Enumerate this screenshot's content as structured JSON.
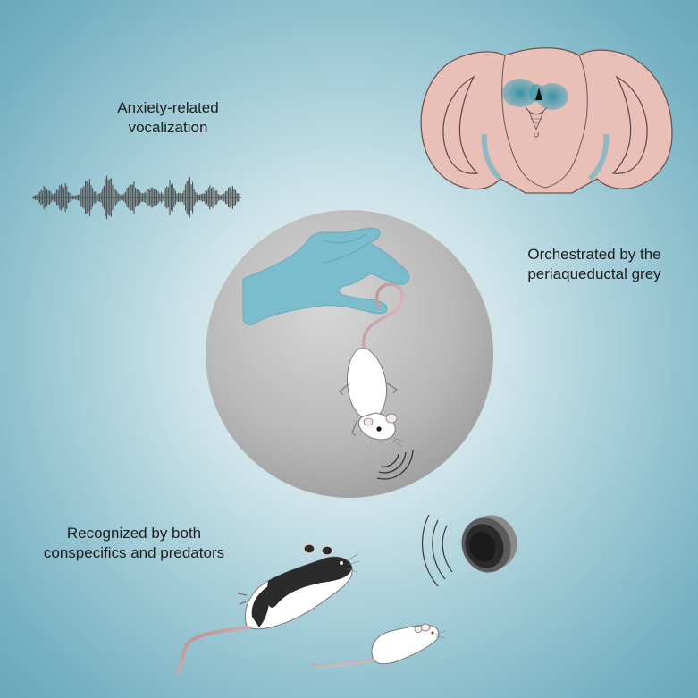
{
  "captions": {
    "anxiety": [
      "Anxiety-related",
      "vocalization"
    ],
    "pag": [
      "Orchestrated by the",
      "periaqueductal grey"
    ],
    "recognized": [
      "Recognized by both",
      "conspecifics and predators"
    ]
  },
  "colors": {
    "background_center": "#eef6f8",
    "background_edge": "#6aa7b8",
    "brain_tissue": "#e9c0b8",
    "pag_highlight": "#3f9eb1",
    "glove": "#7bbccd",
    "sphere": "#b8b8b8",
    "mouse_white": "#ffffff",
    "mouse_black": "#2b2b2b",
    "tail": "#c9989a",
    "waveform": "#4d4d4d",
    "speaker": "#3a3a3a"
  },
  "icons": [
    "brain-section-icon",
    "sound-waveform-icon",
    "gloved-hand-icon",
    "tail-suspended-mouse-icon",
    "sound-wave-arcs-icon",
    "speaker-icon",
    "hooded-rat-icon",
    "white-mouse-icon"
  ]
}
